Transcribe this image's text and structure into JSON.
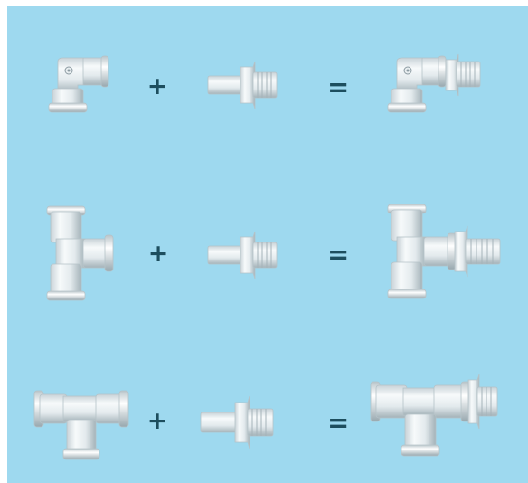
{
  "colors": {
    "background": "#9ed9ef",
    "operator": "#1d4e5e",
    "fitting_body": "#ecf1f3",
    "fitting_shade": "#a9b7bd"
  },
  "operators": {
    "plus": "+",
    "equals": "="
  },
  "rows": [
    {
      "fitting_a": "elbow-fitting",
      "fitting_b": "threaded-stem-adapter",
      "result": "elbow-with-threaded-adapter"
    },
    {
      "fitting_a": "branch-tee-fitting",
      "fitting_b": "threaded-stem-adapter",
      "result": "branch-tee-with-threaded-adapter"
    },
    {
      "fitting_a": "union-tee-fitting",
      "fitting_b": "threaded-stem-adapter",
      "result": "union-tee-with-threaded-adapter"
    }
  ]
}
